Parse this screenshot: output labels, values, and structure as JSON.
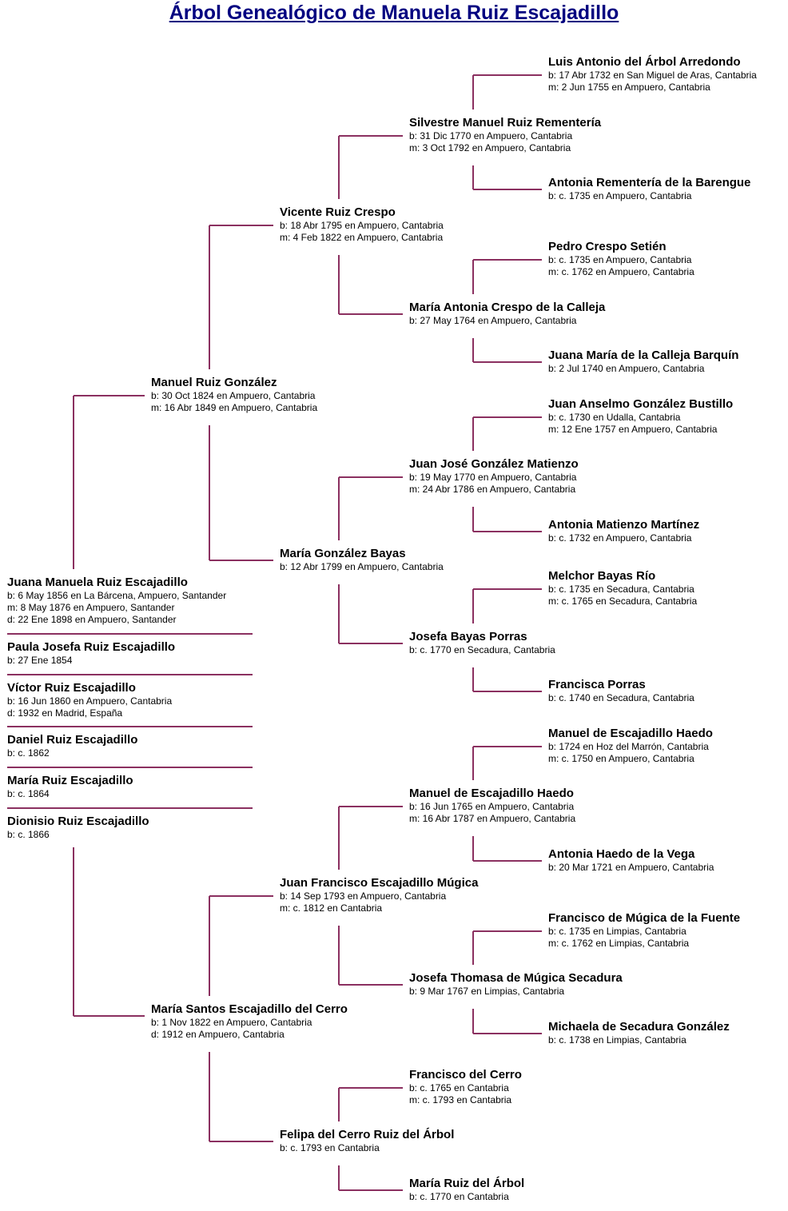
{
  "title": "Árbol Genealógico de Manuela Ruiz Escajadillo",
  "line_color": "#8B3060",
  "title_color": "#000080",
  "siblings": [
    {
      "id": "juana",
      "name": "Juana Manuela Ruiz Escajadillo",
      "details": [
        "b: 6 May 1856 en La Bárcena, Ampuero, Santander",
        "m: 8 May 1876 en Ampuero, Santander",
        "d: 22 Ene 1898 en Ampuero, Santander"
      ]
    },
    {
      "id": "paula",
      "name": "Paula Josefa Ruiz Escajadillo",
      "details": [
        "b: 27 Ene 1854"
      ]
    },
    {
      "id": "victor",
      "name": "Víctor Ruiz Escajadillo",
      "details": [
        "b: 16 Jun 1860 en Ampuero, Cantabria",
        "d: 1932 en Madrid, España"
      ]
    },
    {
      "id": "daniel",
      "name": "Daniel Ruiz Escajadillo",
      "details": [
        "b: c. 1862"
      ]
    },
    {
      "id": "maria",
      "name": "María Ruiz Escajadillo",
      "details": [
        "b: c. 1864"
      ]
    },
    {
      "id": "dionisio",
      "name": "Dionisio Ruiz Escajadillo",
      "details": [
        "b: c. 1866"
      ]
    }
  ],
  "ancestors": [
    {
      "id": "manuel",
      "name": "Manuel Ruiz González",
      "details": [
        "b: 30 Oct 1824 en Ampuero, Cantabria",
        "m: 16 Abr 1849 en Ampuero, Cantabria"
      ],
      "father": "vicente",
      "mother": "mgbayas"
    },
    {
      "id": "msantos",
      "name": "María Santos Escajadillo del Cerro",
      "details": [
        "b: 1 Nov 1822 en Ampuero, Cantabria",
        "d: 1912 en Ampuero, Cantabria"
      ],
      "father": "jfrancisco",
      "mother": "felipa"
    },
    {
      "id": "vicente",
      "name": "Vicente Ruiz Crespo",
      "details": [
        "b: 18 Abr 1795 en Ampuero, Cantabria",
        "m: 4 Feb 1822 en Ampuero, Cantabria"
      ],
      "father": "silvestre",
      "mother": "macrespo"
    },
    {
      "id": "mgbayas",
      "name": "María González Bayas",
      "details": [
        "b: 12 Abr 1799 en Ampuero, Cantabria"
      ],
      "father": "jjose",
      "mother": "josefab"
    },
    {
      "id": "jfrancisco",
      "name": "Juan Francisco Escajadillo Múgica",
      "details": [
        "b: 14 Sep 1793 en Ampuero, Cantabria",
        "m: c. 1812 en Cantabria"
      ],
      "father": "mescj",
      "mother": "josefat"
    },
    {
      "id": "felipa",
      "name": "Felipa del Cerro Ruiz del Árbol",
      "details": [
        "b: c. 1793 en Cantabria"
      ],
      "father": "fcerro",
      "mother": "mrarbol"
    },
    {
      "id": "silvestre",
      "name": "Silvestre Manuel Ruiz Rementería",
      "details": [
        "b: 31 Dic 1770 en Ampuero, Cantabria",
        "m: 3 Oct 1792 en Ampuero, Cantabria"
      ],
      "father": "luis",
      "mother": "antoniar"
    },
    {
      "id": "macrespo",
      "name": "María Antonia Crespo de la Calleja",
      "details": [
        "b: 27 May 1764 en Ampuero, Cantabria"
      ],
      "father": "pedro",
      "mother": "juanam"
    },
    {
      "id": "jjose",
      "name": "Juan José González Matienzo",
      "details": [
        "b: 19 May 1770 en Ampuero, Cantabria",
        "m: 24 Abr 1786 en Ampuero, Cantabria"
      ],
      "father": "juanans",
      "mother": "antoniam"
    },
    {
      "id": "josefab",
      "name": "Josefa Bayas Porras",
      "details": [
        "b: c. 1770 en Secadura, Cantabria"
      ],
      "father": "melchor",
      "mother": "francisca"
    },
    {
      "id": "mescj",
      "name": "Manuel de Escajadillo Haedo",
      "details": [
        "b: 16 Jun 1765 en Ampuero, Cantabria",
        "m: 16 Abr 1787 en Ampuero, Cantabria"
      ],
      "father": "mescs",
      "mother": "antoniah"
    },
    {
      "id": "josefat",
      "name": "Josefa Thomasa de Múgica Secadura",
      "details": [
        "b: 9 Mar 1767 en Limpias, Cantabria"
      ],
      "father": "fmugica",
      "mother": "michaela"
    },
    {
      "id": "fcerro",
      "name": "Francisco del Cerro",
      "details": [
        "b: c. 1765 en Cantabria",
        "m: c. 1793 en Cantabria"
      ]
    },
    {
      "id": "mrarbol",
      "name": "María Ruiz del Árbol",
      "details": [
        "b: c. 1770 en Cantabria"
      ]
    },
    {
      "id": "luis",
      "name": "Luis Antonio del Árbol Arredondo",
      "details": [
        "b: 17 Abr 1732 en San Miguel de Aras, Cantabria",
        "m: 2 Jun 1755 en Ampuero, Cantabria"
      ]
    },
    {
      "id": "antoniar",
      "name": "Antonia Rementería de la Barengue",
      "details": [
        "b: c. 1735 en Ampuero, Cantabria"
      ]
    },
    {
      "id": "pedro",
      "name": "Pedro Crespo Setién",
      "details": [
        "b: c. 1735 en Ampuero, Cantabria",
        "m: c. 1762 en Ampuero, Cantabria"
      ]
    },
    {
      "id": "juanam",
      "name": "Juana María de la Calleja Barquín",
      "details": [
        "b: 2 Jul 1740 en Ampuero, Cantabria"
      ]
    },
    {
      "id": "juanans",
      "name": "Juan Anselmo González Bustillo",
      "details": [
        "b: c. 1730 en Udalla, Cantabria",
        "m: 12 Ene 1757 en Ampuero, Cantabria"
      ]
    },
    {
      "id": "antoniam",
      "name": "Antonia Matienzo Martínez",
      "details": [
        "b: c. 1732 en Ampuero, Cantabria"
      ]
    },
    {
      "id": "melchor",
      "name": "Melchor Bayas Río",
      "details": [
        "b: c. 1735 en Secadura, Cantabria",
        "m: c. 1765 en Secadura, Cantabria"
      ]
    },
    {
      "id": "francisca",
      "name": "Francisca Porras",
      "details": [
        "b: c. 1740 en Secadura, Cantabria"
      ]
    },
    {
      "id": "mescs",
      "name": "Manuel de Escajadillo Haedo",
      "details": [
        "b: 1724 en Hoz del Marrón, Cantabria",
        "m: c. 1750 en Ampuero, Cantabria"
      ]
    },
    {
      "id": "antoniah",
      "name": "Antonia Haedo de la Vega",
      "details": [
        "b: 20 Mar 1721 en Ampuero, Cantabria"
      ]
    },
    {
      "id": "fmugica",
      "name": "Francisco de Múgica de la Fuente",
      "details": [
        "b: c. 1735 en Limpias, Cantabria",
        "m: c. 1762 en Limpias, Cantabria"
      ]
    },
    {
      "id": "michaela",
      "name": "Michaela de Secadura González",
      "details": [
        "b: c. 1738 en Limpias, Cantabria"
      ]
    }
  ],
  "subject_parents": {
    "father": "manuel",
    "mother": "msantos"
  }
}
